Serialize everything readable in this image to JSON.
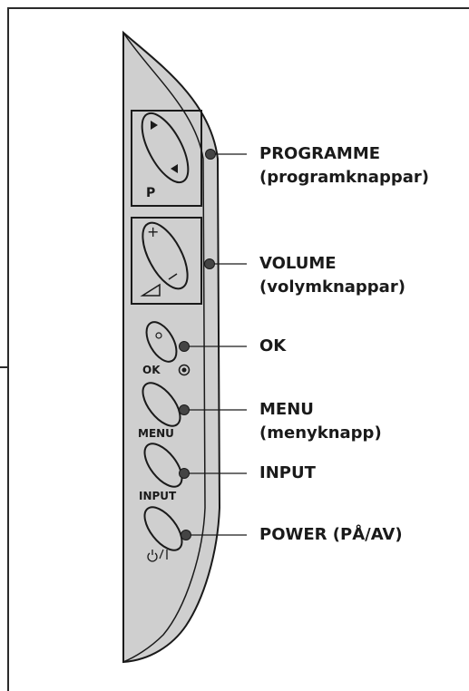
{
  "controls": [
    {
      "id": "programme",
      "label": "PROGRAMME",
      "sublabel": "(programknappar)",
      "panel_label": "P"
    },
    {
      "id": "volume",
      "label": "VOLUME",
      "sublabel": "(volymknappar)"
    },
    {
      "id": "ok",
      "label": "OK",
      "sublabel": "",
      "panel_label": "OK"
    },
    {
      "id": "menu",
      "label": "MENU",
      "sublabel": "(menyknapp)",
      "panel_label": "MENU"
    },
    {
      "id": "input",
      "label": "INPUT",
      "sublabel": "",
      "panel_label": "INPUT"
    },
    {
      "id": "power",
      "label": "POWER (PÅ/AV)",
      "sublabel": "",
      "panel_label": "⏻/I"
    }
  ],
  "colors": {
    "panel_fill": "#cfcfcf",
    "stroke": "#1a1a1a",
    "dot": "#444444",
    "frame": "#2b2b2b"
  },
  "icons": {
    "programme_up": "triangle-right-icon",
    "programme_down": "triangle-left-icon",
    "volume_up": "plus-icon",
    "volume_down": "minus-icon",
    "volume_ramp": "volume-ramp-icon",
    "ok_ring": "ring-dot-icon",
    "power": "power-icon"
  }
}
